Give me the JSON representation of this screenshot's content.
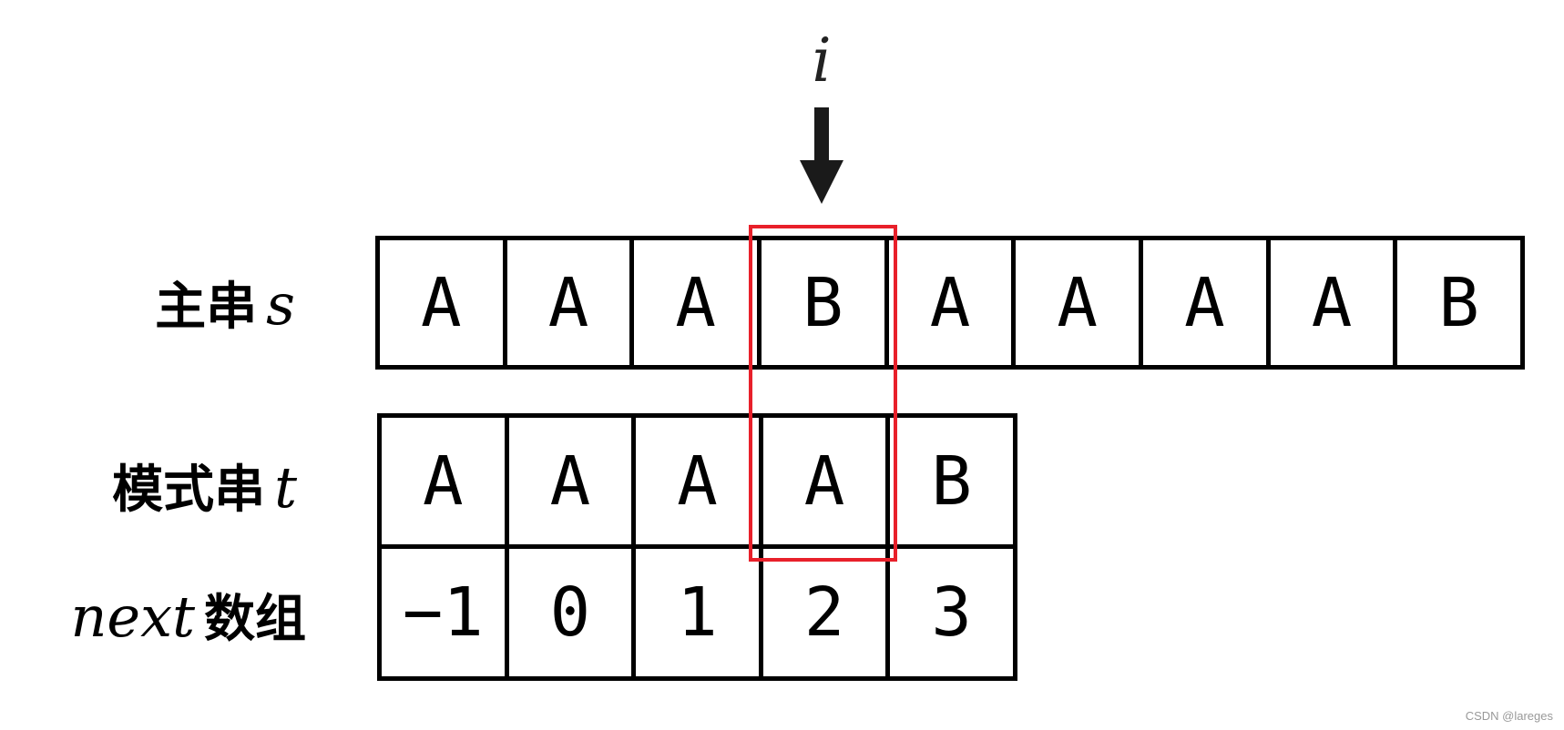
{
  "pointer": {
    "label": "i"
  },
  "main_string": {
    "label_text": "主串",
    "label_var": "s",
    "cells": [
      "A",
      "A",
      "A",
      "B",
      "A",
      "A",
      "A",
      "A",
      "B"
    ]
  },
  "pattern_string": {
    "label_text": "模式串",
    "label_var": "t",
    "cells": [
      "A",
      "A",
      "A",
      "A",
      "B"
    ]
  },
  "next_array": {
    "label_var": "next",
    "label_text": "数组",
    "cells": [
      "−1",
      "0",
      "1",
      "2",
      "3"
    ]
  },
  "highlight": {
    "color": "#e8202a",
    "column_index": 3
  },
  "watermark": "CSDN @lareges"
}
